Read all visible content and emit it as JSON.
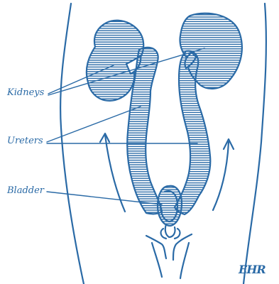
{
  "labels": {
    "kidneys": "Kidneys",
    "ureters": "Ureters",
    "bladder": "Bladder"
  },
  "signature": "EHR",
  "colors": {
    "ink": "#2a6aa6",
    "background": "#ffffff"
  }
}
